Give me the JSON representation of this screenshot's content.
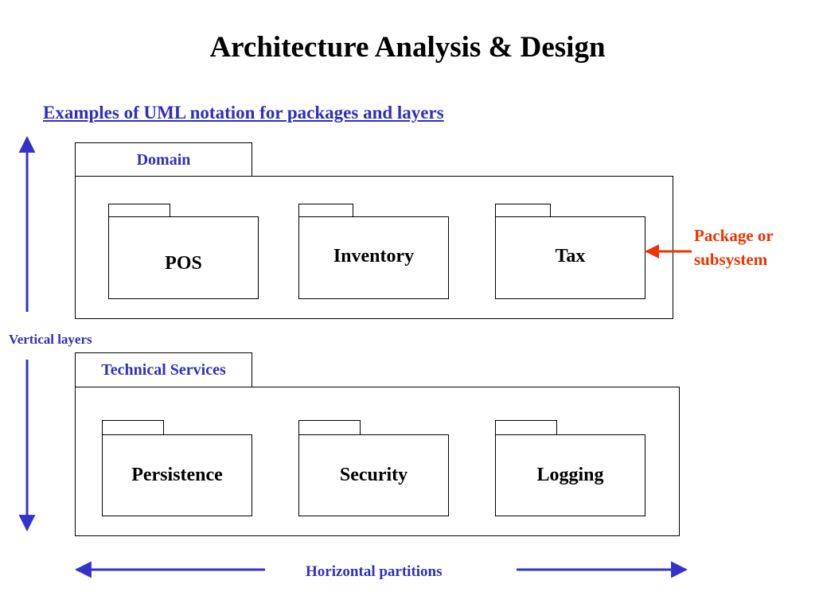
{
  "title": "Architecture Analysis & Design",
  "subtitle": "Examples of UML notation for packages and layers",
  "layers": [
    {
      "name": "Domain",
      "packages": [
        "POS",
        "Inventory",
        "Tax"
      ]
    },
    {
      "name": "Technical Services",
      "packages": [
        "Persistence",
        "Security",
        "Logging"
      ]
    }
  ],
  "annotations": {
    "vertical": "Vertical layers",
    "horizontal": "Horizontal partitions",
    "callout_line1": "Package or",
    "callout_line2": "subsystem"
  },
  "colors": {
    "label_blue": "#2f2fbf",
    "arrow_blue": "#3333cc",
    "callout_red": "#ee3300"
  }
}
